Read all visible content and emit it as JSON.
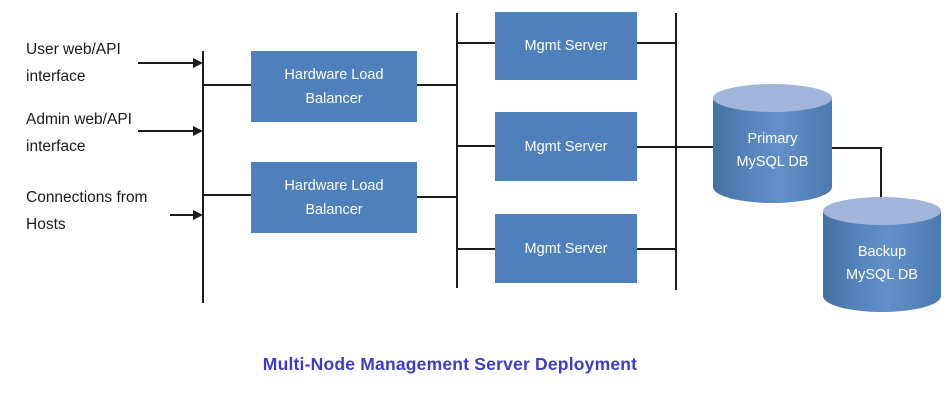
{
  "diagram": {
    "title": {
      "text": "Multi-Node Management Server Deployment",
      "color": "#3C3CC8"
    },
    "inputs": [
      {
        "label": "User web/API\ninterface"
      },
      {
        "label": "Admin web/API\ninterface"
      },
      {
        "label": "Connections from\nHosts"
      }
    ],
    "load_balancers": [
      {
        "label": "Hardware Load\nBalancer"
      },
      {
        "label": "Hardware Load\nBalancer"
      }
    ],
    "mgmt_servers": [
      {
        "label": "Mgmt Server"
      },
      {
        "label": "Mgmt Server"
      },
      {
        "label": "Mgmt Server"
      }
    ],
    "databases": [
      {
        "label": "Primary\nMySQL DB"
      },
      {
        "label": "Backup\nMySQL DB"
      }
    ],
    "colors": {
      "node_fill": "#4E80BC",
      "node_text": "#FDFEFF",
      "cylinder_top": "#A0B5D9",
      "connector": "#1C1C1C",
      "label_text": "#1A1A1A"
    }
  }
}
